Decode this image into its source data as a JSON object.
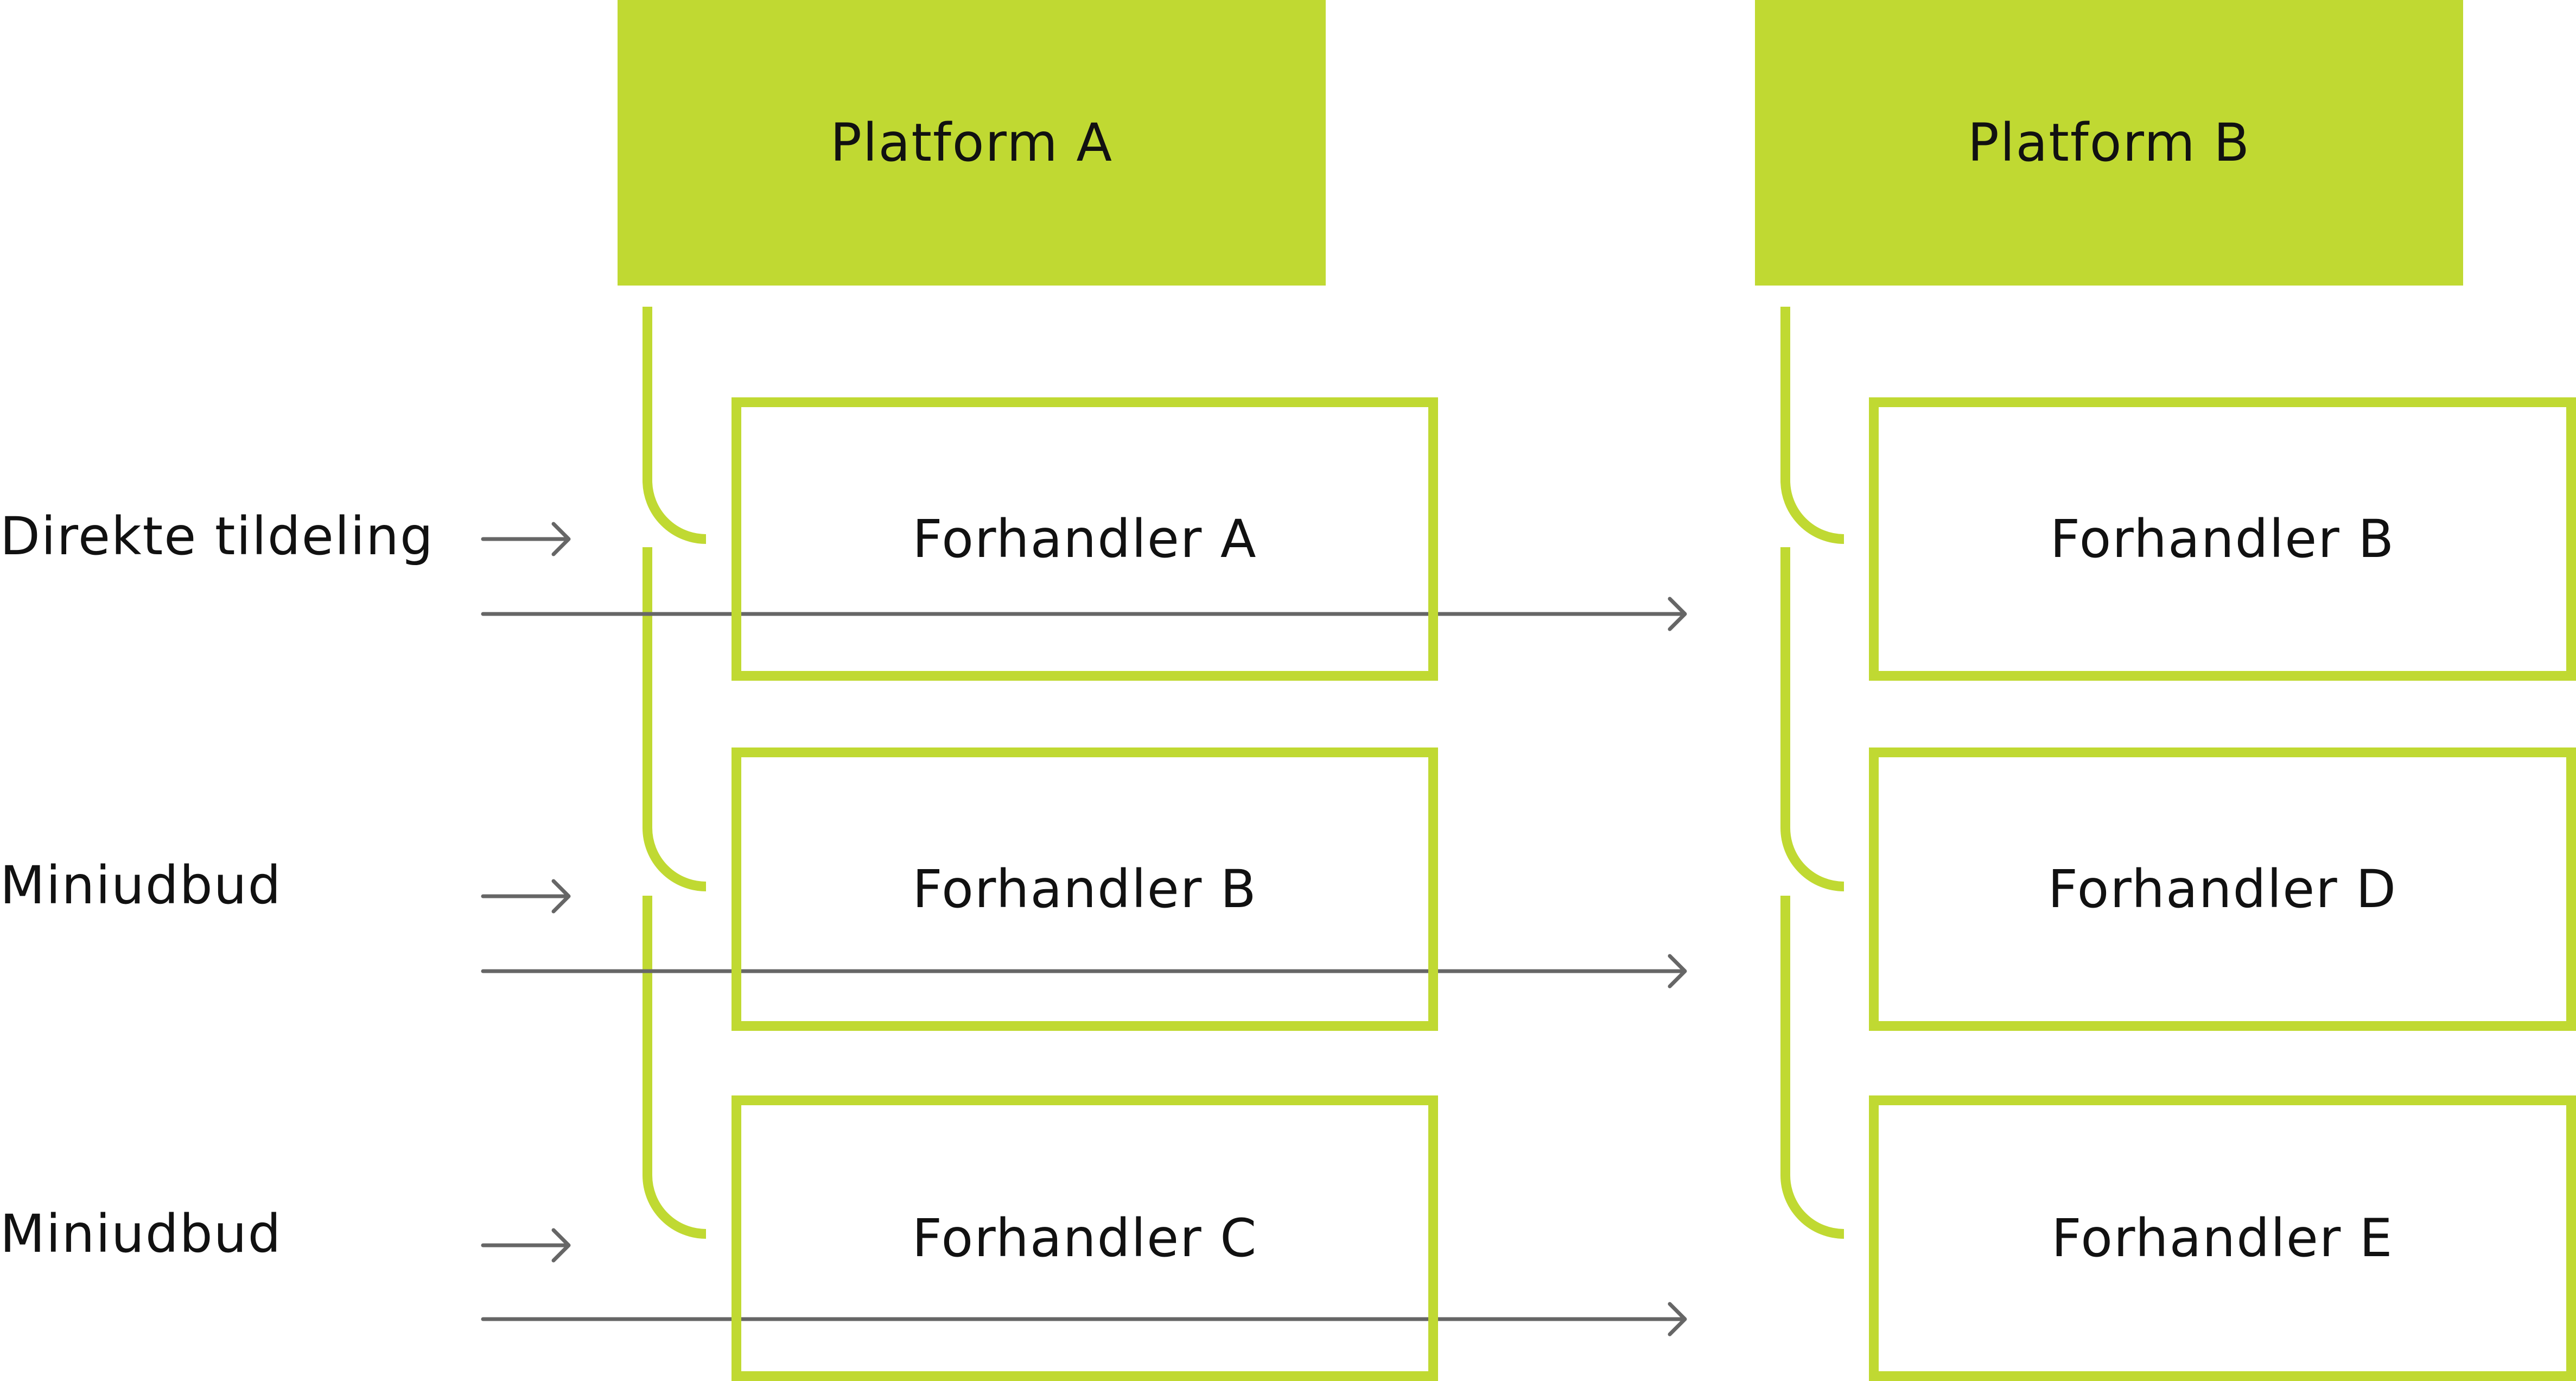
{
  "colors": {
    "accent": "#c0d932",
    "arrow": "#666666",
    "text": "#111111"
  },
  "platforms": [
    {
      "label": "Platform A"
    },
    {
      "label": "Platform B"
    }
  ],
  "dealers_a": [
    {
      "label": "Forhandler A"
    },
    {
      "label": "Forhandler B"
    },
    {
      "label": "Forhandler C"
    }
  ],
  "dealers_b": [
    {
      "label": "Forhandler B"
    },
    {
      "label": "Forhandler D"
    },
    {
      "label": "Forhandler E"
    }
  ],
  "rows": [
    {
      "label": "Direkte tildeling"
    },
    {
      "label": "Miniudbud"
    },
    {
      "label": "Miniudbud"
    }
  ]
}
